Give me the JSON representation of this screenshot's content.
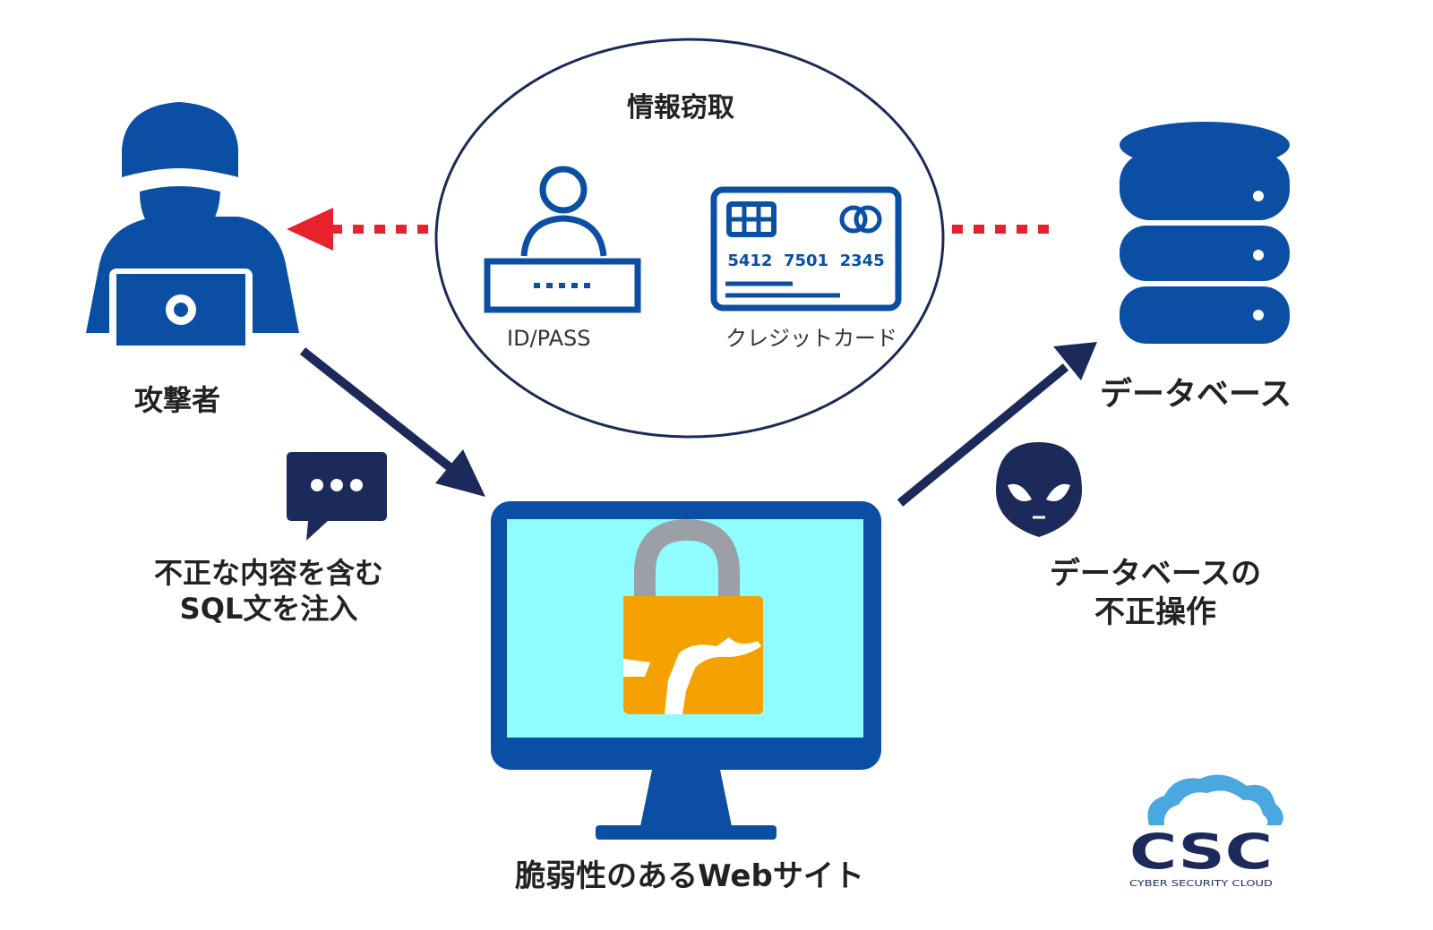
{
  "colors": {
    "primary": "#0a4fa3",
    "navy": "#1b2a5a",
    "accent_red": "#e8222a",
    "screen": "#8ffcff",
    "lock_body": "#f5a200",
    "lock_shackle": "#9aa0a6",
    "logo_cloud": "#4aa8e0"
  },
  "labels": {
    "attacker": "攻撃者",
    "injection_line1": "不正な内容を含む",
    "injection_line2": "SQL文を注入",
    "info_theft": "情報窃取",
    "id_pass": "ID/PASS",
    "credit_card": "クレジットカード",
    "card_number": "5412  7501  2345",
    "database": "データベース",
    "db_manip_line1": "データベースの",
    "db_manip_line2": "不正操作",
    "website": "脆弱性のあるWebサイト"
  },
  "logo": {
    "text": "CSC",
    "subtext": "CYBER SECURITY CLOUD"
  },
  "icons": {
    "attacker": "hacker-icon",
    "chat": "chat-bubble-icon",
    "user": "user-login-icon",
    "card": "credit-card-icon",
    "database": "database-icon",
    "alien": "alien-icon",
    "monitor": "monitor-icon",
    "lock": "broken-lock-icon"
  }
}
